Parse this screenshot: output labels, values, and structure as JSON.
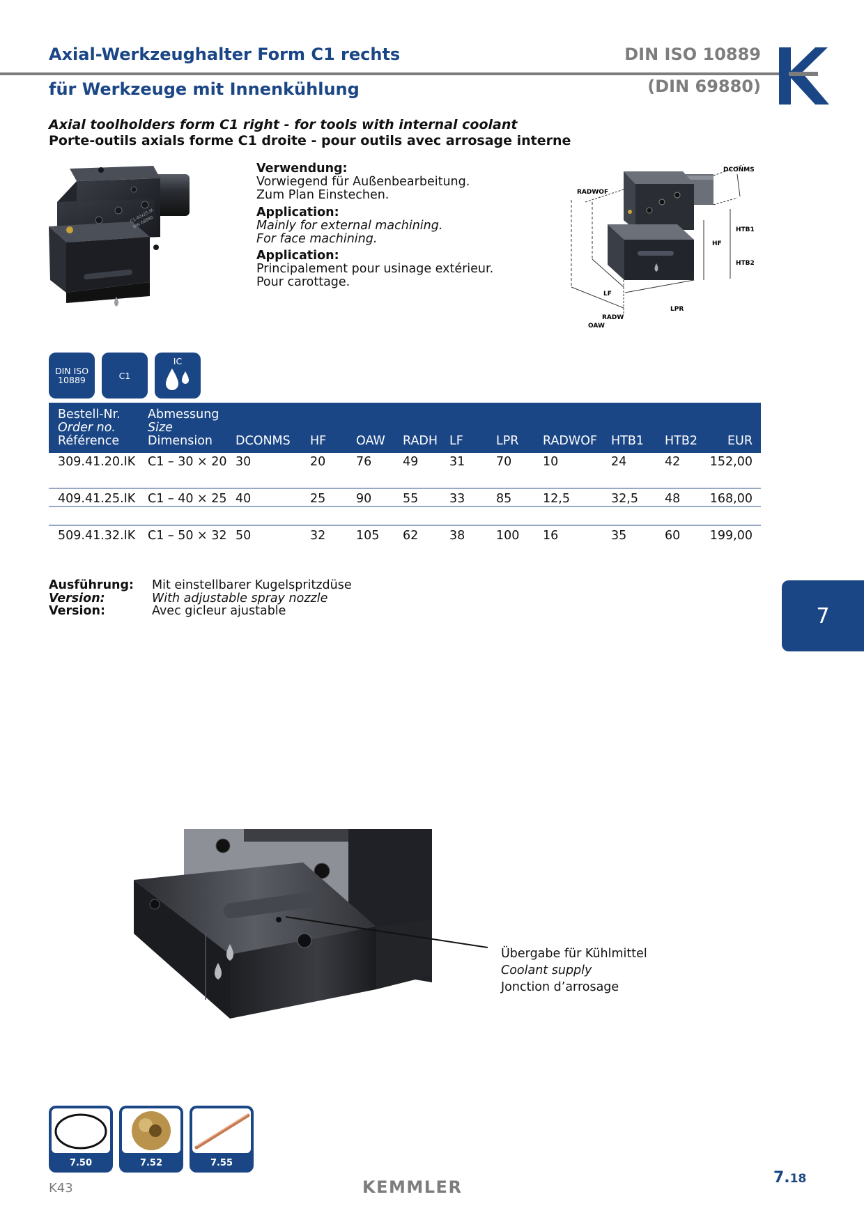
{
  "header": {
    "title_de_1": "Axial-Werkzeughalter Form C1 rechts",
    "title_de_2": "für Werkzeuge mit Innenkühlung",
    "standard": "DIN ISO 10889",
    "standard_old": "(DIN 69880)",
    "subtitle_en": "Axial toolholders form C1 right - for tools with internal coolant",
    "subtitle_fr": "Porte-outils axials forme C1 droite - pour outils avec arrosage interne"
  },
  "photo_top": {
    "engraving_1": "C1-40x25.IK",
    "engraving_2": "DIN 69880"
  },
  "usage": {
    "de_heading": "Verwendung:",
    "de_line1": "Vorwiegend für Außenbearbeitung.",
    "de_line2": "Zum Plan Einstechen.",
    "en_heading": "Application:",
    "en_line1": "Mainly for external machining.",
    "en_line2": "For face machining.",
    "fr_heading": "Application:",
    "fr_line1": "Principalement pour usinage extérieur.",
    "fr_line2": "Pour carottage."
  },
  "drawing_labels": {
    "dconms": "DCONMS",
    "radwof": "RADWOF",
    "htb1": "HTB1",
    "hf": "HF",
    "htb2": "HTB2",
    "lf": "LF",
    "radw": "RADW",
    "oaw": "OAW",
    "lpr": "LPR"
  },
  "badges": {
    "din_1": "DIN ISO",
    "din_2": "10889",
    "form": "C1",
    "ic": "IC"
  },
  "table": {
    "head": {
      "order_de": "Bestell-Nr.",
      "order_en": "Order no.",
      "order_fr": "Référence",
      "size_de": "Abmessung",
      "size_en": "Size",
      "size_fr": "Dimension",
      "cols": [
        "DCONMS",
        "HF",
        "OAW",
        "RADH",
        "LF",
        "LPR",
        "RADWOF",
        "HTB1",
        "HTB2",
        "EUR"
      ]
    },
    "rows": [
      [
        "309.41.20.IK",
        "C1 – 30 × 20",
        "30",
        "20",
        "76",
        "49",
        "31",
        "70",
        "10",
        "24",
        "42",
        "152,00"
      ],
      [
        "409.41.25.IK",
        "C1 – 40 × 25",
        "40",
        "25",
        "90",
        "55",
        "33",
        "85",
        "12,5",
        "32,5",
        "48",
        "168,00"
      ],
      [
        "509.41.32.IK",
        "C1 – 50 × 32",
        "50",
        "32",
        "105",
        "62",
        "38",
        "100",
        "16",
        "35",
        "60",
        "199,00"
      ]
    ]
  },
  "version": {
    "label_de": "Ausführung:",
    "label_en": "Version:",
    "label_fr": "Version:",
    "text_de": "Mit einstellbarer Kugelspritzdüse",
    "text_en": "With adjustable spray nozzle",
    "text_fr": "Avec gicleur ajustable"
  },
  "chapter": "7",
  "coolant": {
    "de": "Übergabe für Kühlmittel",
    "en": "Coolant supply",
    "fr": "Jonction d’arrosage"
  },
  "accessories": [
    {
      "icon": "o-ring-icon",
      "ref": "7.50"
    },
    {
      "icon": "spray-ball-icon",
      "ref": "7.52"
    },
    {
      "icon": "coolant-tube-icon",
      "ref": "7.55"
    }
  ],
  "footer": {
    "code": "K43",
    "brand": "KEMMLER",
    "page_chapter": "7.",
    "page_num": "18"
  },
  "colors": {
    "brand_blue": "#1b4686",
    "gray": "#7d7d7d",
    "row_rule": "#98a8c4"
  }
}
